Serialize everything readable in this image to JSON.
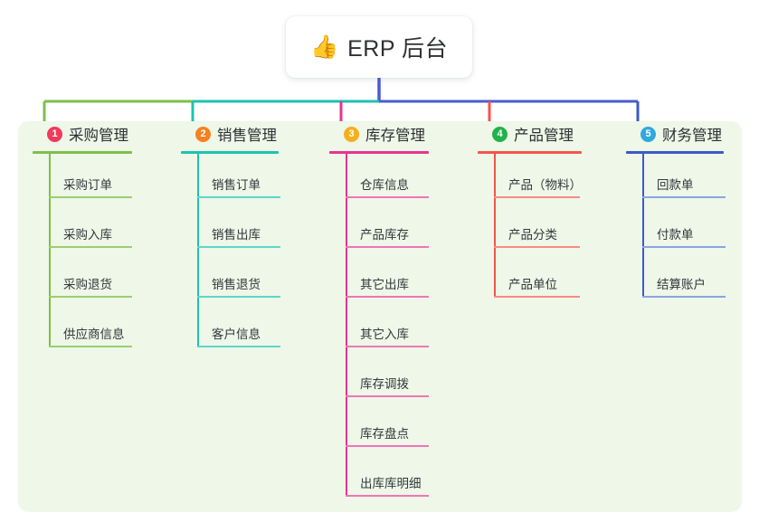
{
  "root": {
    "icon": "thumbs-up-icon",
    "icon_glyph": "👍",
    "title": "ERP 后台"
  },
  "palette": {
    "panel_background": "#eef7e8",
    "page_background": "#ffffff",
    "text": "#2e3033",
    "connector_green": "#7dc04a",
    "connector_teal": "#1ec1b0",
    "connector_blue": "#4a5bd0"
  },
  "columns": [
    {
      "index": "1",
      "badge_label": "1",
      "badge_color": "#ef3b5b",
      "title": "采购管理",
      "line_color": "#7dc04a",
      "leaf_line_color": "#9bcf6e",
      "drop_color": "#7dc04a",
      "items": [
        {
          "label": "采购订单"
        },
        {
          "label": "采购入库"
        },
        {
          "label": "采购退货"
        },
        {
          "label": "供应商信息"
        }
      ]
    },
    {
      "index": "2",
      "badge_label": "2",
      "badge_color": "#f5821f",
      "title": "销售管理",
      "line_color": "#1ec1b0",
      "leaf_line_color": "#5fd6cb",
      "drop_color": "#1ec1b0",
      "items": [
        {
          "label": "销售订单"
        },
        {
          "label": "销售出库"
        },
        {
          "label": "销售退货"
        },
        {
          "label": "客户信息"
        }
      ]
    },
    {
      "index": "3",
      "badge_label": "3",
      "badge_color": "#f4b01c",
      "title": "库存管理",
      "line_color": "#e8348f",
      "leaf_line_color": "#ef76b5",
      "drop_color": "#e8348f",
      "items": [
        {
          "label": "仓库信息"
        },
        {
          "label": "产品库存"
        },
        {
          "label": "其它出库"
        },
        {
          "label": "其它入库"
        },
        {
          "label": "库存调拨"
        },
        {
          "label": "库存盘点"
        },
        {
          "label": "出库库明细"
        }
      ]
    },
    {
      "index": "4",
      "badge_label": "4",
      "badge_color": "#21b24b",
      "title": "产品管理",
      "line_color": "#f4544b",
      "leaf_line_color": "#f88b83",
      "drop_color": "#f4544b",
      "items": [
        {
          "label": "产品（物料）"
        },
        {
          "label": "产品分类"
        },
        {
          "label": "产品单位"
        }
      ]
    },
    {
      "index": "5",
      "badge_label": "5",
      "badge_color": "#2fa8e0",
      "title": "财务管理",
      "line_color": "#3b5bc4",
      "leaf_line_color": "#8aa5e2",
      "drop_color": "#3b5bc4",
      "items": [
        {
          "label": "回款单"
        },
        {
          "label": "付款单"
        },
        {
          "label": "结算账户"
        }
      ]
    }
  ]
}
